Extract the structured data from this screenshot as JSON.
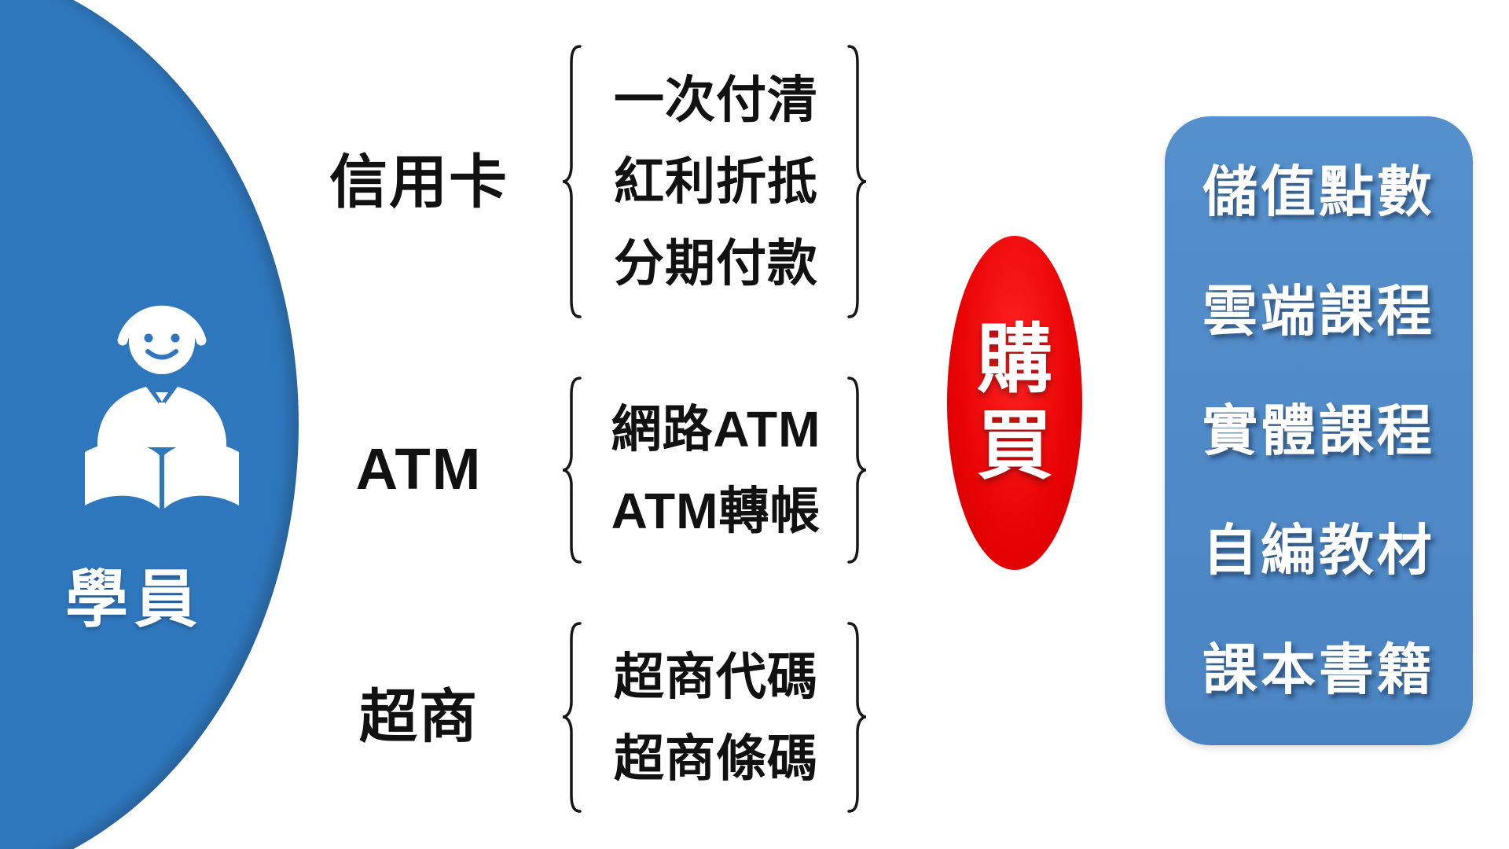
{
  "diagram": {
    "student": {
      "label": "學員"
    },
    "payment_methods": [
      {
        "label": "信用卡",
        "options": [
          "一次付清",
          "紅利折抵",
          "分期付款"
        ]
      },
      {
        "label": "ATM",
        "options": [
          "網路ATM",
          "ATM轉帳"
        ]
      },
      {
        "label": "超商",
        "options": [
          "超商代碼",
          "超商條碼"
        ]
      }
    ],
    "action": {
      "label": "購買",
      "chars": [
        "購",
        "買"
      ]
    },
    "products": [
      "儲值點數",
      "雲端課程",
      "實體課程",
      "自編教材",
      "課本書籍"
    ],
    "colors": {
      "student_blue": "#2F77BD",
      "panel_blue": "#4C86C4",
      "action_red": "#E60505",
      "text_black": "#111111",
      "text_white": "#FFFFFF"
    }
  }
}
